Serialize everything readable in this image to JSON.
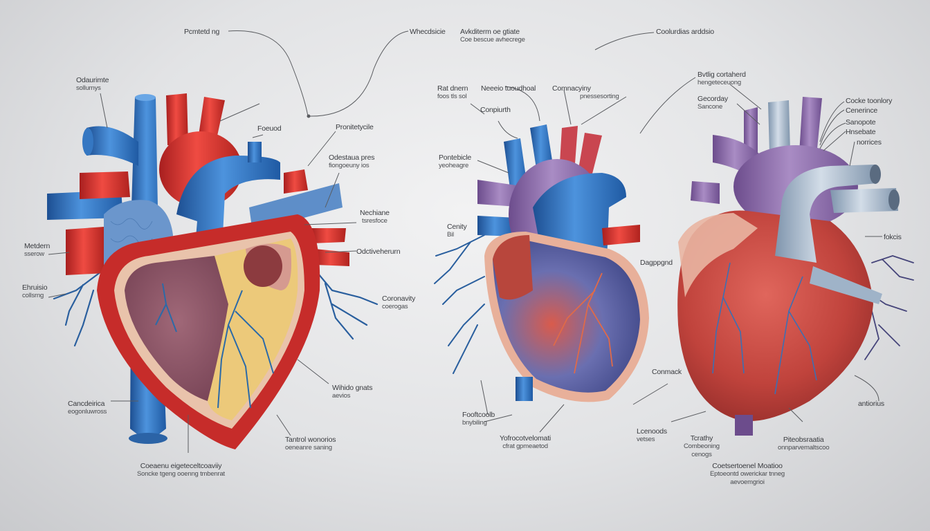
{
  "diagram": {
    "subject": "Three anatomical heart illustrations with labeled vessels and structures",
    "background": "#e4e5e7",
    "colors": {
      "vein_blue": "#2f6fb8",
      "artery_red": "#d3322e",
      "vessel_purple": "#8a6aa6",
      "vessel_grey": "#9fb3c8",
      "muscle_red": "#c0433c",
      "fat_yellow": "#ecc97a",
      "leader_line": "#5a5c60"
    }
  },
  "hearts": [
    {
      "name": "left-heart",
      "style": "cross-section with red outer wall, blue veins, red arteries"
    },
    {
      "name": "middle-heart",
      "style": "blue/purple vessels, blue-red myocardium"
    },
    {
      "name": "right-heart",
      "style": "purple and grey vessels, red myocardium"
    }
  ],
  "labels": {
    "top_left": {
      "l1": "Pcmtetd ng"
    },
    "top_center_a": {
      "l1": "Whecdsicie"
    },
    "top_center_b": {
      "l1": "Avkditerm oe gtiate",
      "l2": "Coe bescue avhecrege"
    },
    "top_right": {
      "l1": "Coolurdias arddsio"
    },
    "left_upper": {
      "l1": "Odaurimte",
      "l2": "sollurnys"
    },
    "left_foead": {
      "l1": "Foeuod"
    },
    "left_prondtecycle": {
      "l1": "Pronitetycile"
    },
    "left_odestaua": {
      "l1": "Odestaua pres",
      "l2": "fiongoeuny ios"
    },
    "left_mid_a": {
      "l1": "Metdern",
      "l2": "sserow"
    },
    "left_mid_b": {
      "l1": "Ehruisio",
      "l2": "collsrng"
    },
    "left_nechiane": {
      "l1": "Nechiane",
      "l2": "tsresfoce"
    },
    "left_odetive": {
      "l1": "Odctiveherurn"
    },
    "left_coronavity": {
      "l1": "Coronavity",
      "l2": "coerogas"
    },
    "left_bottom_a": {
      "l1": "Cancdeirica",
      "l2": "eogonluwross"
    },
    "left_whido": {
      "l1": "Wihido gnats",
      "l2": "aevios"
    },
    "left_tantrol": {
      "l1": "Tantrol wonorios",
      "l2": "oeneanre saning"
    },
    "left_bottom_center": {
      "l1": "Coeaenu eigeteceltcoaviiy",
      "l2": "Soncke tgeng ooenng tmbenrat"
    },
    "mid_rat_dnern": {
      "l1": "Rat dnern",
      "l2": "foos tls sol"
    },
    "mid_neesio": {
      "l1": "Neeeio tuoudhoal"
    },
    "mid_compaction": {
      "l1": "Comnacyiny",
      "l2": "pnessesorting"
    },
    "mid_conpiuth": {
      "l1": "Conpiurth"
    },
    "mid_pondebicle": {
      "l1": "Pontebicle",
      "l2": "yeoheagre"
    },
    "mid_cenity": {
      "l1": "Cenity",
      "l2": "Bil"
    },
    "mid_deggpnd": {
      "l1": "Dagppgnd"
    },
    "mid_bottom_left": {
      "l1": "Fooftcoolb",
      "l2": "bnybiling"
    },
    "mid_bottom_center": {
      "l1": "Yofrocotvelomati",
      "l2": "cfrat gpmeaetod"
    },
    "right_buttig": {
      "l1": "Bvtlig cortaherd",
      "l2": "hengeteceuong"
    },
    "right_gecorday": {
      "l1": "Gecorday",
      "l2": "Sancone"
    },
    "right_cacke": {
      "l1": "Cocke toonlory"
    },
    "right_cenerice": {
      "l1": "Cenerince"
    },
    "right_banopote": {
      "l1": "Sanopote"
    },
    "right_hinsbate": {
      "l1": "Hnsebate"
    },
    "right_norrices": {
      "l1": "norrices"
    },
    "right_focis": {
      "l1": "fokcis"
    },
    "right_conmack": {
      "l1": "Conmack"
    },
    "right_lcenoods": {
      "l1": "Lcenoods",
      "l2": "vetses"
    },
    "right_tortatoy": {
      "l1": "Tcrathy",
      "l2": "Combeoning",
      "l3": "cenogs"
    },
    "right_pusodl": {
      "l1": "Piteobsraatia",
      "l2": "onnparvemaltscoo"
    },
    "right_bottom_center": {
      "l1": "Coetsertoenel Moatioo",
      "l2": "Eptoeontd owerickar tnneg",
      "l3": "aevoemgrioi"
    },
    "right_antions": {
      "l1": "antiorius"
    }
  }
}
